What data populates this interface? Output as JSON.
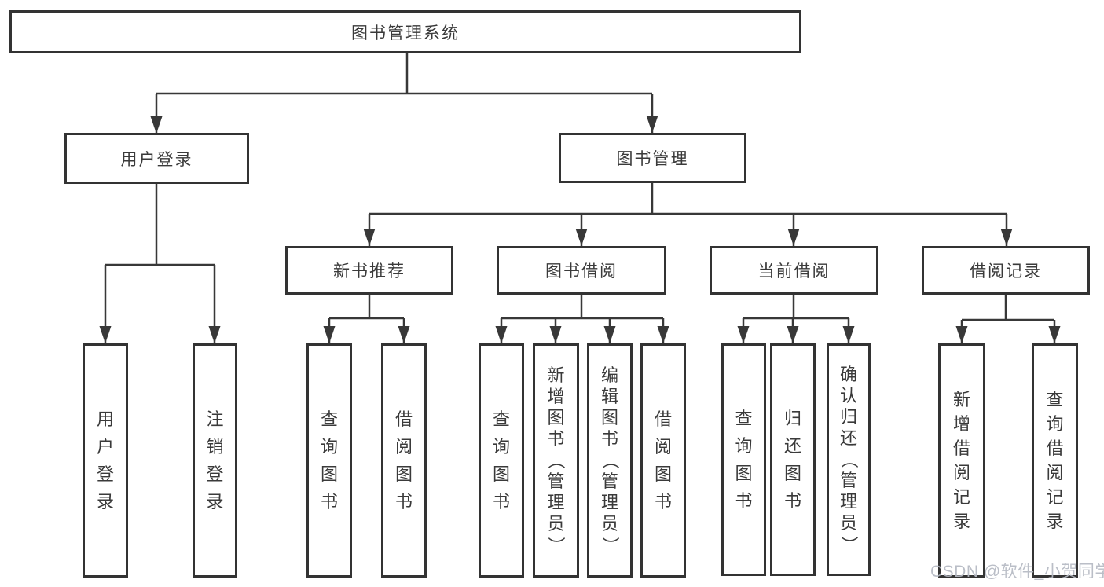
{
  "nodes": {
    "root": {
      "label": "图书管理系统"
    },
    "user_login": {
      "label": "用户登录"
    },
    "book_mgmt": {
      "label": "图书管理"
    },
    "new_book_rec": {
      "label": "新书推荐"
    },
    "book_borrow": {
      "label": "图书借阅"
    },
    "current_borrow": {
      "label": "当前借阅"
    },
    "borrow_record": {
      "label": "借阅记录"
    },
    "user_login_leaf": {
      "label": "用户登录"
    },
    "logout_leaf": {
      "label": "注销登录"
    },
    "query_book_rec": {
      "label": "查询图书"
    },
    "borrow_book_rec": {
      "label": "借阅图书"
    },
    "query_book_borrow": {
      "label": "查询图书"
    },
    "add_book_admin": {
      "label": "新增图书（管理员）"
    },
    "edit_book_admin": {
      "label": "编辑图书（管理员）"
    },
    "borrow_book_leaf": {
      "label": "借阅图书"
    },
    "query_book_current": {
      "label": "查询图书"
    },
    "return_book": {
      "label": "归还图书"
    },
    "confirm_return_admin": {
      "label": "确认归还（管理员）"
    },
    "add_borrow_record": {
      "label": "新增借阅记录"
    },
    "query_borrow_record": {
      "label": "查询借阅记录"
    }
  },
  "hierarchy": {
    "图书管理系统": {
      "用户登录": [
        "用户登录",
        "注销登录"
      ],
      "图书管理": {
        "新书推荐": [
          "查询图书",
          "借阅图书"
        ],
        "图书借阅": [
          "查询图书",
          "新增图书（管理员）",
          "编辑图书（管理员）",
          "借阅图书"
        ],
        "当前借阅": [
          "查询图书",
          "归还图书",
          "确认归还（管理员）"
        ],
        "借阅记录": [
          "新增借阅记录",
          "查询借阅记录"
        ]
      }
    }
  },
  "watermark": "CSDN @软件_小贺同学",
  "colors": {
    "line": "#383838",
    "border": "#333333",
    "text": "#3a3a3a",
    "background": "#ffffff",
    "watermark": "#b5b9c3"
  }
}
